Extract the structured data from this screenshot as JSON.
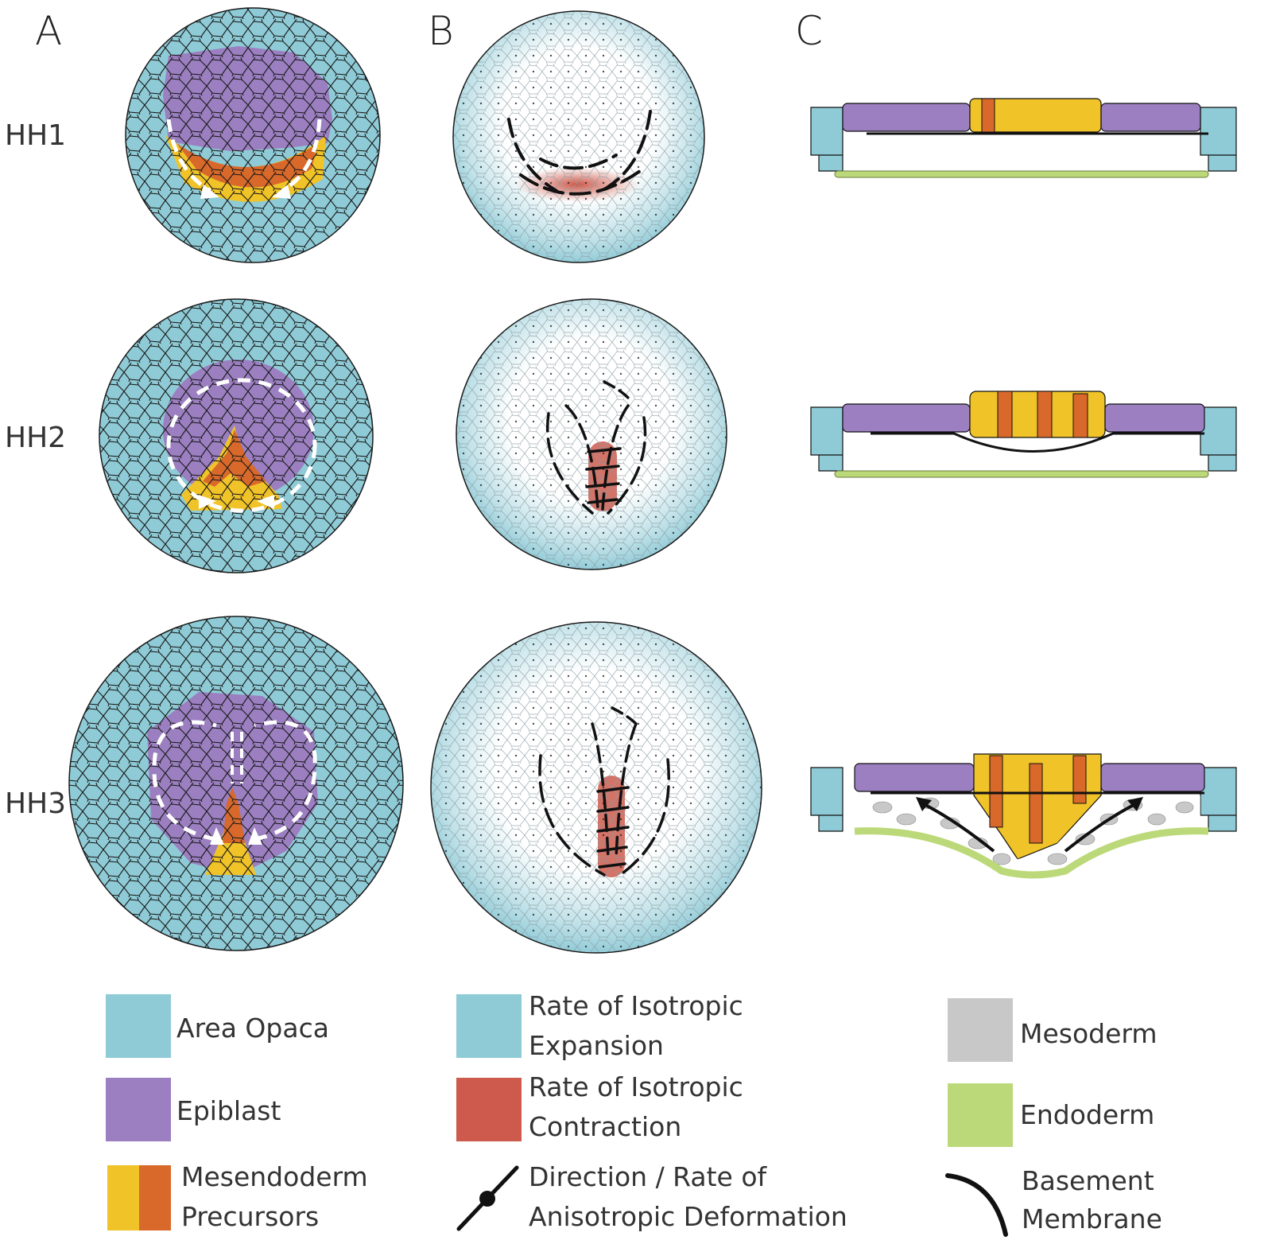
{
  "panels": {
    "a": "A",
    "b": "B",
    "c": "C"
  },
  "stages": {
    "hh1": "HH1",
    "hh2": "HH2",
    "hh3": "HH3"
  },
  "legend_a": {
    "area_opaca": "Area Opaca",
    "epiblast": "Epiblast",
    "mesendoderm_1": "Mesendoderm",
    "mesendoderm_2": "Precursors"
  },
  "legend_b": {
    "expansion_1": "Rate of Isotropic",
    "expansion_2": "Expansion",
    "contraction_1": "Rate of Isotropic",
    "contraction_2": "Contraction",
    "anisotropic_1": "Direction / Rate of",
    "anisotropic_2": "Anisotropic Deformation"
  },
  "legend_c": {
    "mesoderm": "Mesoderm",
    "endoderm": "Endoderm",
    "basement_1": "Basement",
    "basement_2": "Membrane"
  },
  "colors": {
    "area_opaca": "#8ecbd6",
    "epiblast": "#9b7fc1",
    "mesendoderm_yellow": "#f0c328",
    "mesendoderm_orange": "#d8692a",
    "contraction": "#cd5a4c",
    "mesoderm": "#c8c8c8",
    "endoderm": "#bcd97a",
    "line": "#111111"
  }
}
